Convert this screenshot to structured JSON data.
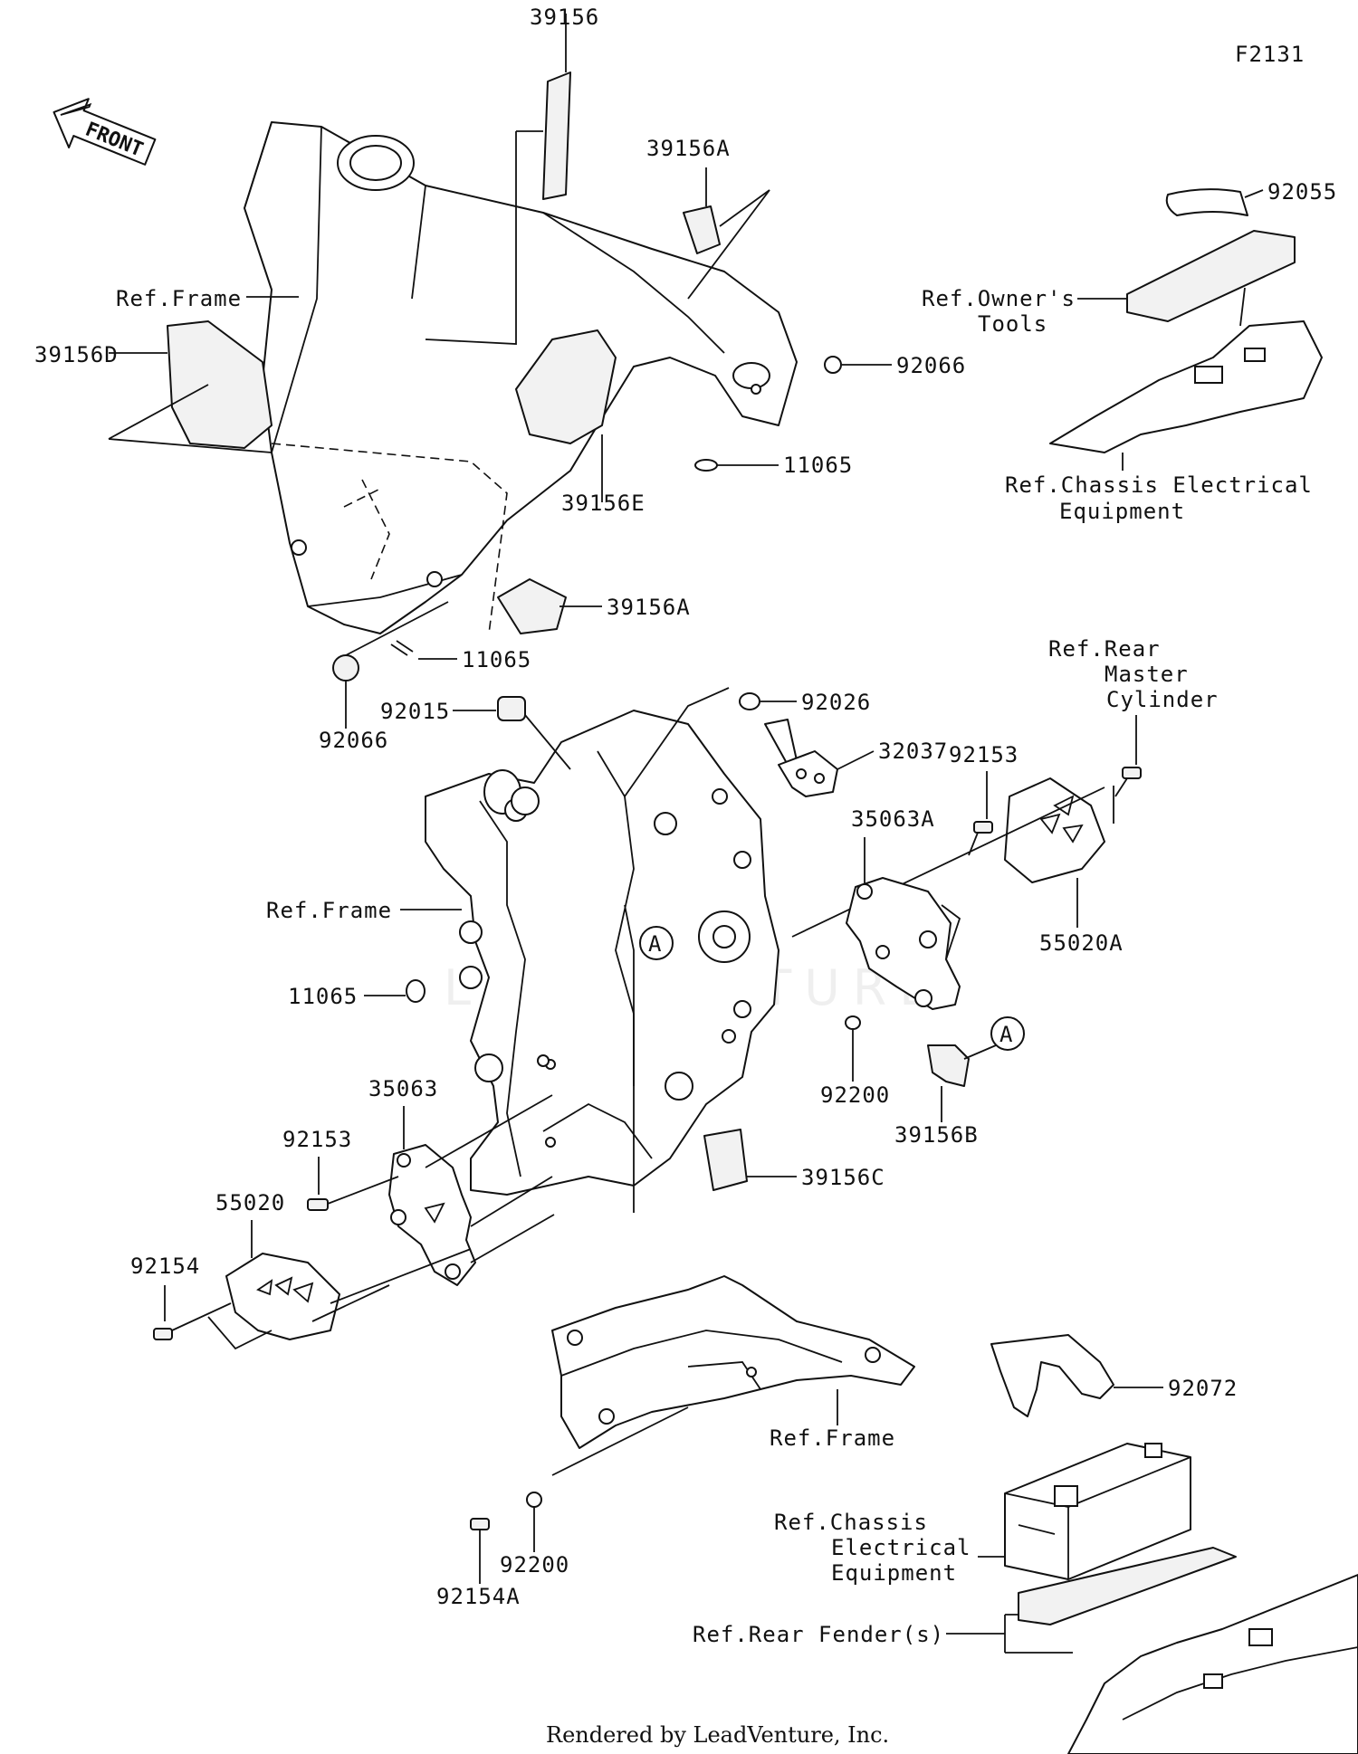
{
  "figure_code": "F2131",
  "front_label": "FRONT",
  "watermark": "LEADVENTURE",
  "credit": "Rendered by LeadVenture, Inc.",
  "callout_marker": "A",
  "parts": {
    "p39156": "39156",
    "p39156A_top": "39156A",
    "p92055": "92055",
    "ref_owners_tools_1": "Ref.Owner's",
    "ref_owners_tools_2": "Tools",
    "ref_frame_top": "Ref.Frame",
    "p39156D": "39156D",
    "p92066_right": "92066",
    "p11065_top": "11065",
    "p39156E": "39156E",
    "ref_chassis_elec_top_1": "Ref.Chassis Electrical",
    "ref_chassis_elec_top_2": "Equipment",
    "p39156A_mid": "39156A",
    "p11065_mid": "11065",
    "p92066_left": "92066",
    "ref_rear_master_1": "Ref.Rear",
    "ref_rear_master_2": "Master",
    "ref_rear_master_3": "Cylinder",
    "p92015": "92015",
    "p92026": "92026",
    "p32037": "32037",
    "p92153_right": "92153",
    "p35063A": "35063A",
    "ref_frame_mid": "Ref.Frame",
    "p55020A": "55020A",
    "p11065_low": "11065",
    "p92200_mid": "92200",
    "p39156B": "39156B",
    "p35063": "35063",
    "p92153_left": "92153",
    "p39156C": "39156C",
    "p55020": "55020",
    "p92154": "92154",
    "p92072": "92072",
    "ref_frame_low": "Ref.Frame",
    "ref_chassis_elec_low_1": "Ref.Chassis",
    "ref_chassis_elec_low_2": "Electrical",
    "ref_chassis_elec_low_3": "Equipment",
    "p92200_low": "92200",
    "p92154A": "92154A",
    "ref_rear_fender": "Ref.Rear Fender(s)"
  }
}
